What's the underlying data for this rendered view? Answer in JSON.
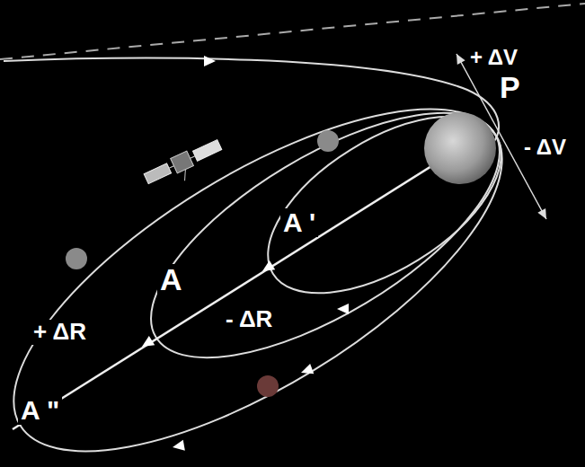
{
  "diagram": {
    "labels": [
      "+ ΔV",
      "P",
      "- ΔV",
      "A '",
      "A",
      "+ ΔR",
      "- ΔR",
      "A \""
    ]
  }
}
